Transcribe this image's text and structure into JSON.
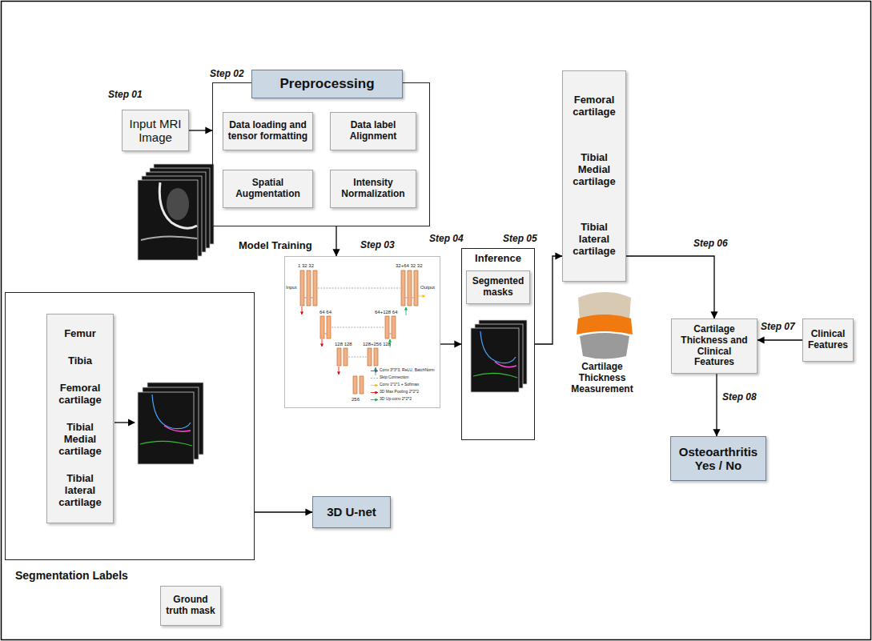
{
  "diagram": {
    "nodes": [
      {
        "text": [
          "Input MRI Image"
        ]
      },
      {
        "text": [
          "Preprocessing"
        ]
      },
      {
        "text": [
          "Data loading and tensor formatting"
        ],
        "in": 1
      },
      {
        "text": [
          "Data label Alignment"
        ],
        "in": 1
      },
      {
        "text": [
          "Spatial Augmentation"
        ],
        "in": 1
      },
      {
        "text": [
          "Intensity Normalization"
        ],
        "in": 1
      },
      {
        "text": [
          "Model Training"
        ]
      },
      {
        "text": [
          "Inference"
        ]
      },
      {
        "text": [
          "Segmented masks"
        ],
        "in": 7
      },
      {
        "text": [
          "Femoral cartilage",
          "Tibial Medial cartilage",
          "Tibial lateral cartilage"
        ]
      },
      {
        "text": [
          "Cartilage Thickness and Clinical Features"
        ]
      },
      {
        "text": [
          "Clinical Features"
        ]
      },
      {
        "text": [
          "Osteoarthritis",
          "Yes / No"
        ]
      },
      {
        "text": [
          "Segmentation Labels"
        ]
      },
      {
        "text": [
          "Femur",
          "Tibia",
          "Femoral cartilage",
          "Tibial Medial cartilage",
          "Tibial lateral cartilage"
        ],
        "in": 13
      },
      {
        "text": [
          "3D U-net"
        ]
      },
      {
        "text": [
          "Ground truth mask"
        ]
      }
    ],
    "edges": [
      {
        "from": 0,
        "to": 1,
        "arrow": "to"
      },
      {
        "from": 1,
        "to": 6,
        "arrow": "to"
      },
      {
        "from": 6,
        "to": 7,
        "arrow": "to"
      },
      {
        "from": 7,
        "to": 9,
        "arrow": "to"
      },
      {
        "from": 9,
        "to": 10,
        "arrow": "to"
      },
      {
        "from": 11,
        "to": 10,
        "arrow": "to"
      },
      {
        "from": 10,
        "to": 12,
        "arrow": "to"
      },
      {
        "from": 13,
        "to": 15,
        "arrow": "to"
      }
    ],
    "labels": [
      "Step 01",
      "Step 02",
      "Step 03",
      "Step 04",
      "Step 05",
      "Step 06",
      "Step 07",
      "Step 08",
      "Input",
      "1 32 32",
      "64 64",
      "128 128",
      "256",
      "128+256 128",
      "64+128 64",
      "32+64 32 32",
      "Output",
      "Cartilage Thickness Measurement"
    ],
    "legend": [
      {
        "text": "Conv 3*3*3, ReLU, BatchNorm"
      },
      {
        "text": "Skip Connection"
      },
      {
        "text": "Conv 1*1*1 + Softmax"
      },
      {
        "text": "3D Max Pooling 2*2*2"
      },
      {
        "text": "3D Up-conv 2*2*2"
      }
    ]
  }
}
